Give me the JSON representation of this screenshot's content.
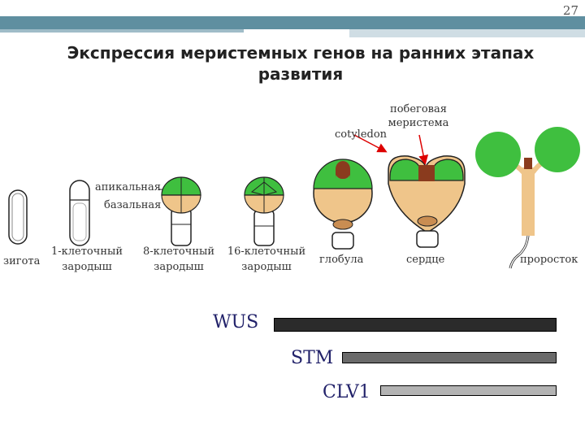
{
  "page_number": "27",
  "title": "Экспрессия меристемных генов на ранних этапах развития",
  "labels": {
    "cotyledon": "cotyledon",
    "shoot_meristem": [
      "побеговая",
      "меристема"
    ],
    "apical": "апикальная",
    "basal": "базальная"
  },
  "stages": {
    "zygote": "зигота",
    "one_cell": [
      "1-клеточный",
      "зародыш"
    ],
    "eight_cell": [
      "8-клеточный",
      "зародыш"
    ],
    "sixteen_cell": [
      "16-клеточный",
      "зародыш"
    ],
    "globule": "глобула",
    "heart": "сердце",
    "seedling": "проросток"
  },
  "genes": [
    {
      "name": "WUS",
      "color": "#2b2b2b"
    },
    {
      "name": "STM",
      "color": "#6a6a6a"
    },
    {
      "name": "CLV1",
      "color": "#b3b3b3"
    }
  ],
  "colors": {
    "green": "#3fbf3f",
    "tan": "#efc58a",
    "brown": "#8a3b1e"
  }
}
